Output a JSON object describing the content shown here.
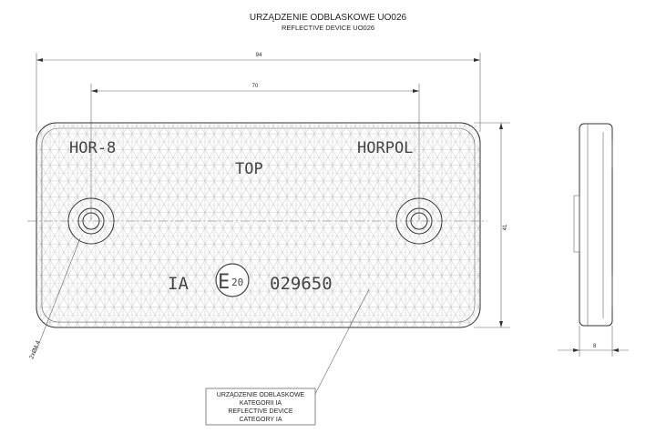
{
  "title": {
    "pl": "URZĄDZENIE ODBLASKOWE UO026",
    "en": "REFLECTIVE DEVICE UO026"
  },
  "dimensions": {
    "width": "94",
    "hole_spacing": "70",
    "height": "41",
    "thickness": "8",
    "hole_diameter": "2xØ4.4"
  },
  "plate_markings": {
    "left": "HOR-8",
    "top": "TOP",
    "right": "HORPOL",
    "category": "IA",
    "approval_mark": "E",
    "approval_country": "20",
    "approval_number": "029650"
  },
  "callout": {
    "line1": "URZĄDZENIE ODBLASKOWE",
    "line2": "KATEGORII IA",
    "line3": "REFLECTIVE DEVICE",
    "line4": "CATEGORY IA"
  }
}
